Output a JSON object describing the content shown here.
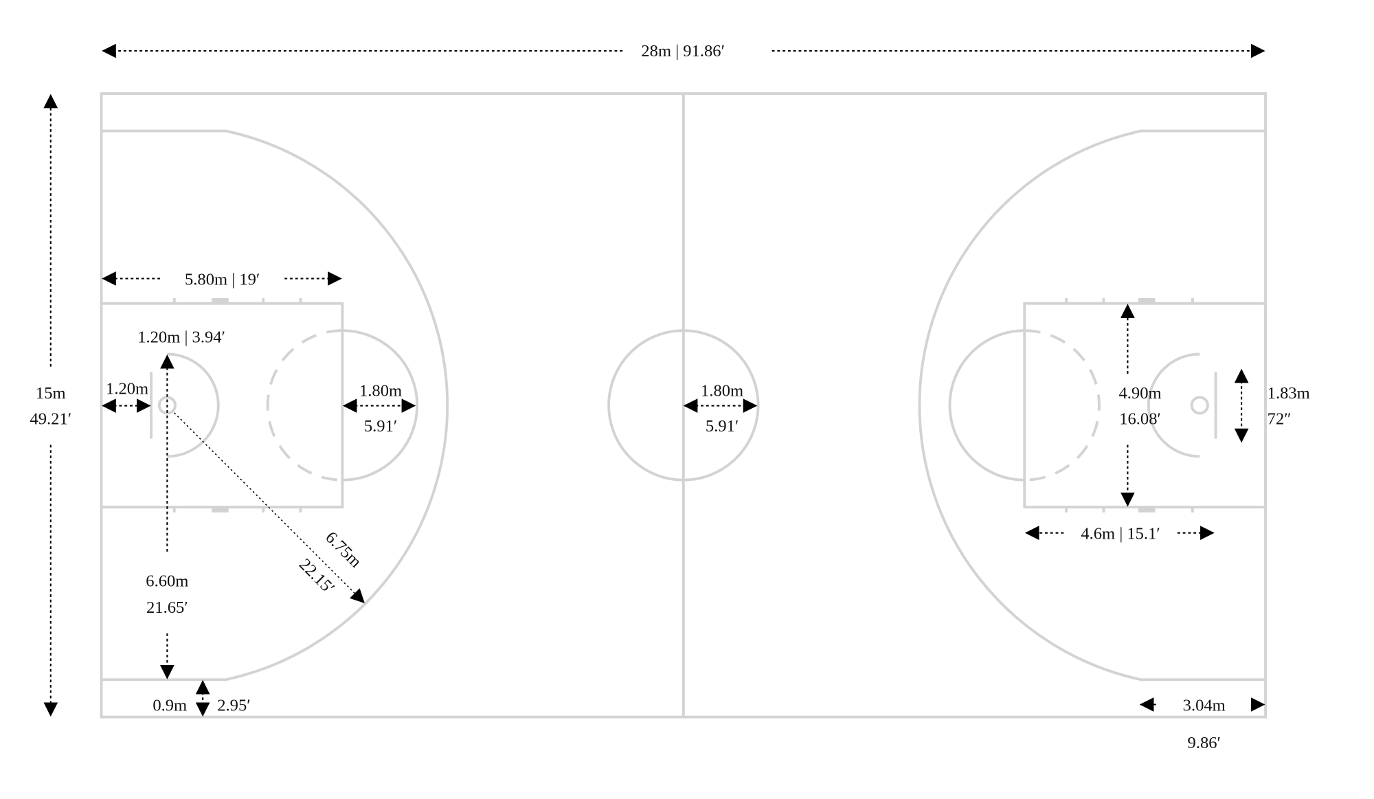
{
  "colors": {
    "court_lines": "#d3d3d3",
    "dimensions": "#000000"
  },
  "labels": {
    "court_length": "28m | 91.86′",
    "court_width_m": "15m",
    "court_width_ft": "49.21′",
    "key_length": "5.80m | 19′",
    "restricted_radius": "1.20m | 3.94′",
    "backboard_offset": "1.20m",
    "ft_circle_m": "1.80m",
    "ft_circle_ft": "5.91′",
    "center_circle_m": "1.80m",
    "center_circle_ft": "5.91′",
    "three_point_m": "6.75m",
    "three_point_ft": "22.15′",
    "basket_to_corner_m": "6.60m",
    "basket_to_corner_ft": "21.65′",
    "corner_offset_m": "0.9m",
    "corner_offset_ft": "2.95′",
    "key_width_m": "4.90m",
    "key_width_ft": "16.08′",
    "backboard_width_m": "1.83m",
    "backboard_width_in": "72″",
    "lane_marks": "4.6m | 15.1′",
    "basket_height_m": "3.04m",
    "basket_height_ft": "9.86′"
  }
}
